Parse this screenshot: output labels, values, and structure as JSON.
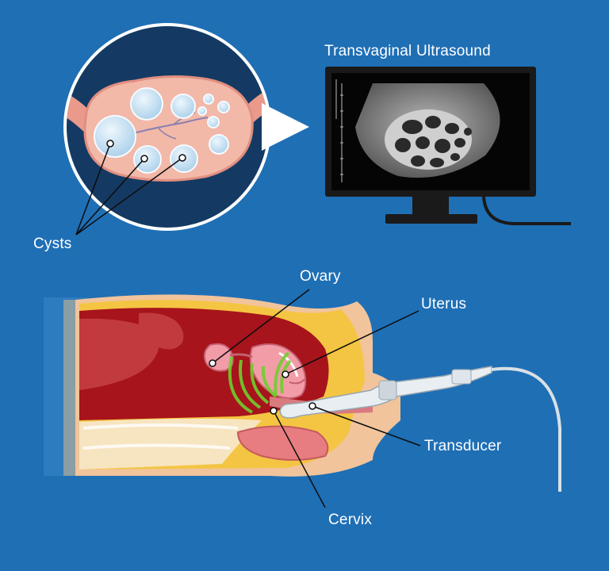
{
  "labels": {
    "monitor_title": "Transvaginal Ultrasound",
    "cysts": "Cysts",
    "ovary": "Ovary",
    "uterus": "Uterus",
    "transducer": "Transducer",
    "cervix": "Cervix"
  },
  "colors": {
    "background": "#1f6fb5",
    "circle_bg": "#143a63",
    "ovary_tissue": "#f2b8a8",
    "cyst": "#c8e4f5",
    "skin": "#f1c49c",
    "fat": "#f4c542",
    "cavity": "#a7141b",
    "monitor_frame": "#1a1a1a",
    "ultrasound_wave": "#6fcf2f",
    "transducer": "#e8eef2"
  }
}
